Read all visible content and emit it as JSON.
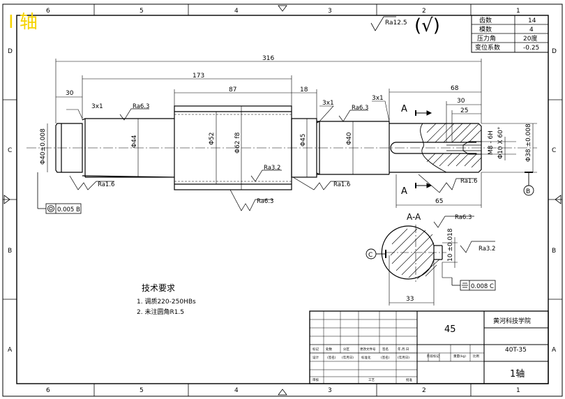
{
  "title_overlay": "Ⅰ 轴",
  "zones": {
    "top": [
      "6",
      "5",
      "4",
      "3",
      "2",
      "1"
    ],
    "bottom": [
      "6",
      "5",
      "4",
      "3",
      "2",
      "1"
    ],
    "left": [
      "D",
      "C",
      "B",
      "A"
    ],
    "right": [
      "D",
      "C",
      "B",
      "A"
    ]
  },
  "surface_general": "Ra12.5",
  "gear_table": [
    {
      "label": "齿数",
      "value": "14"
    },
    {
      "label": "模数",
      "value": "4"
    },
    {
      "label": "压力角",
      "value": "20度"
    },
    {
      "label": "变位系数",
      "value": "-0.25"
    }
  ],
  "dims": {
    "total": "316",
    "d173": "173",
    "d87": "87",
    "d18": "18",
    "d30": "30",
    "d68": "68",
    "d30b": "30",
    "d25": "25",
    "d65": "65",
    "d33": "33",
    "ch3x1a": "3x1",
    "ch3x1b": "3x1",
    "ch3x1c": "3x1",
    "phi40a": "Φ40±0.008",
    "phi44": "Φ44",
    "phi52": "Φ52",
    "phi62": "Φ62 f8",
    "phi45": "Φ45",
    "phi40b": "Φ40",
    "phi38": "Φ38 ±0.008",
    "phi10": "Φ10 X 60°",
    "m8": "M8 - 6H",
    "key10": "10 ±0.018"
  },
  "roughness": {
    "r1": "Ra6.3",
    "r2": "Ra6.3",
    "r3": "Ra3.2",
    "r4": "Ra1.6",
    "r5": "Ra1.6",
    "r6": "Ra6.3",
    "r7": "Ra1.6",
    "r8": "Ra6.3",
    "r9": "Ra3.2"
  },
  "section": {
    "label": "A-A",
    "cut_a": "A",
    "cut_a2": "A",
    "datum_c": "C",
    "datum_b": "B"
  },
  "tolerances": {
    "runout": "0.005 B",
    "symmetry": "0.008 C"
  },
  "tech": {
    "heading": "技术要求",
    "items": [
      "1. 调质220-250HBs",
      "2. 未注圆角R1.5"
    ]
  },
  "title_block": {
    "material": "45",
    "school": "黄河科技学院",
    "drawing_no": "40T-35",
    "part_name": "1轴",
    "tiny": [
      "标记",
      "处数",
      "分区",
      "更改文件号",
      "签名",
      "年.月.日",
      "设计",
      "(签名)",
      "(年月日)",
      "标准化",
      "(签名)",
      "(年月日)",
      "阶段标记",
      "重量(kg)",
      "比例",
      "审核",
      "工艺",
      "批准"
    ]
  }
}
